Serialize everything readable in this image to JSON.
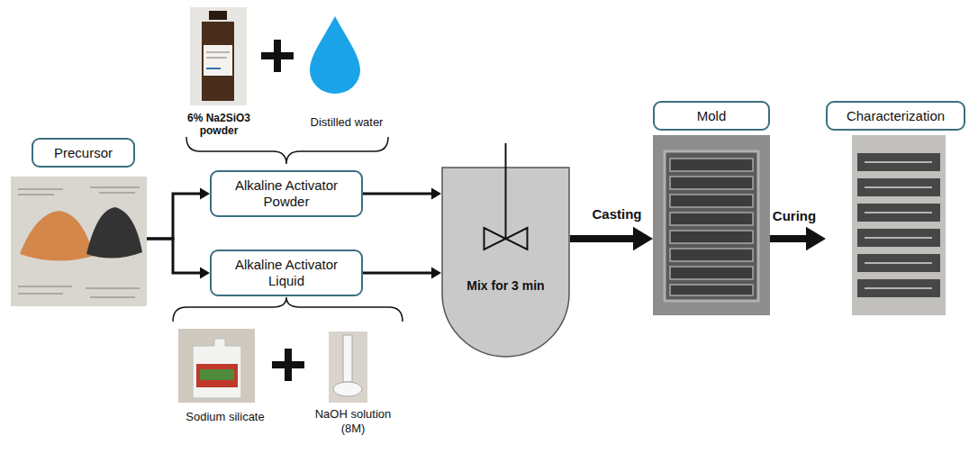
{
  "diagram": {
    "nodes": [
      {
        "text": [
          "Precursor"
        ]
      },
      {
        "text": [
          "Alkaline Activator Powder"
        ]
      },
      {
        "text": [
          "Alkaline Activator Liquid"
        ]
      },
      {
        "text": [
          "Mix for 3 min"
        ]
      },
      {
        "text": [
          "Mold"
        ]
      },
      {
        "text": [
          "Characterization"
        ]
      }
    ],
    "edges": [
      {
        "from": 0,
        "to": 1,
        "arrow": "to"
      },
      {
        "from": 0,
        "to": 2,
        "arrow": "to"
      },
      {
        "from": 1,
        "to": 3,
        "arrow": "to"
      },
      {
        "from": 2,
        "to": 3,
        "arrow": "to"
      },
      {
        "from": 3,
        "to": 4,
        "label": "Casting",
        "arrow": "to"
      },
      {
        "from": 4,
        "to": 5,
        "label": "Curing",
        "arrow": "to"
      }
    ],
    "labels": [
      "6% Na2SiO3 powder",
      "Distilled water",
      "Sodium silicate",
      "NaOH solution (8M)"
    ]
  }
}
